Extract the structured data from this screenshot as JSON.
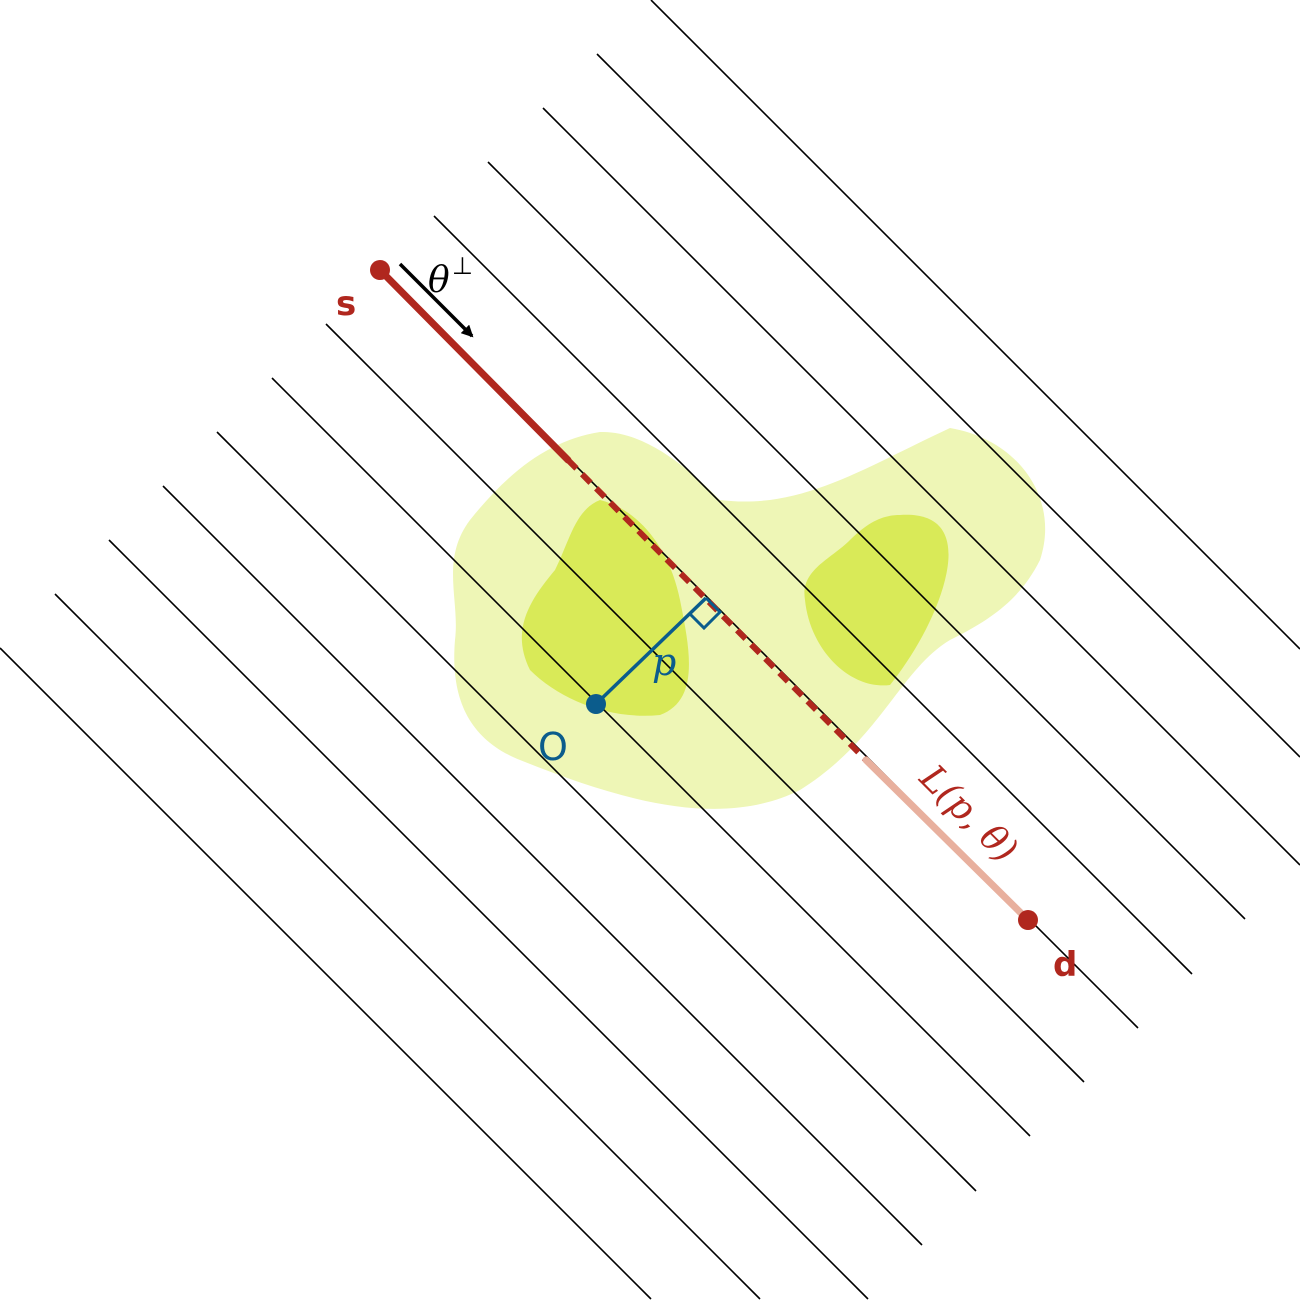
{
  "labels": {
    "source": "s",
    "detector": "d",
    "theta_perp": "θ",
    "perp_symbol": "⊥",
    "p": "p",
    "origin": "O",
    "line": "L(p, θ)"
  },
  "colors": {
    "background": "#ffffff",
    "parallel_lines": "#000000",
    "outer_region": "#eef6b6",
    "inner_region": "#d9ea58",
    "ray": "#b0271e",
    "ray_exit": "#e8b09e",
    "perpendicular": "#0b5c8c",
    "arrow": "#000000"
  }
}
